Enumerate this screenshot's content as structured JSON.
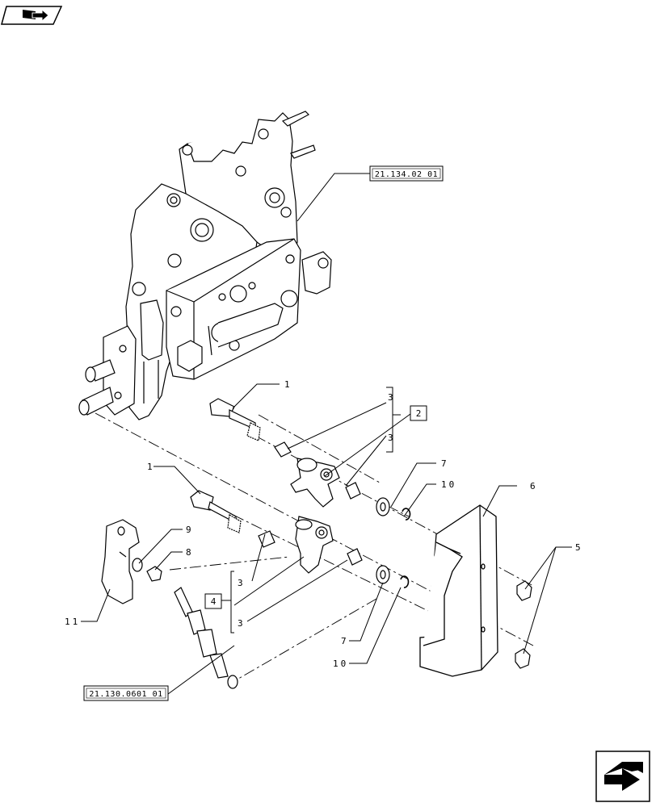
{
  "nav": {
    "back_icon": "book-arrow-icon",
    "next_icon": "next-page-arrow-icon"
  },
  "refs": {
    "top_ref": "21.134.02 01",
    "bottom_ref": "21.130.0601 01"
  },
  "callouts": {
    "c1_upper": "1",
    "c1_lower": "1",
    "c2": "2",
    "c3_a": "3",
    "c3_b": "3",
    "c3_c": "3",
    "c3_d": "3",
    "c4": "4",
    "c5": "5",
    "c6": "6",
    "c7_upper": "7",
    "c7_lower": "7",
    "c8": "8",
    "c9": "9",
    "c10_upper": "10",
    "c10_lower": "10",
    "c11": "11"
  }
}
